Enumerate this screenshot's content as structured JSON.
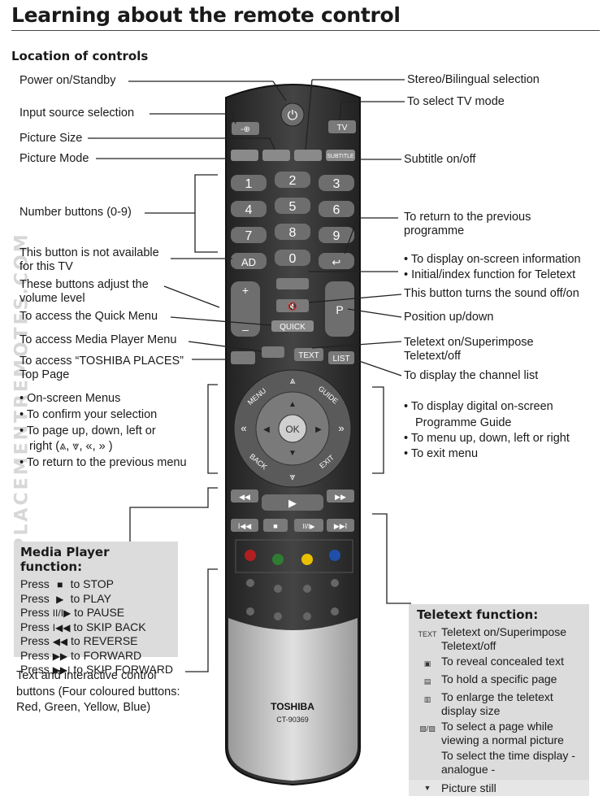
{
  "page": {
    "title": "Learning about the remote control",
    "subtitle": "Location of controls",
    "watermark": "REPLACEMENTREMOTES.COM"
  },
  "labels_left": {
    "power": "Power on/Standby",
    "input": "Input source selection",
    "picture_size": "Picture Size",
    "picture_mode": "Picture Mode",
    "number_buttons": "Number buttons (0-9)",
    "not_available": "This button is not available for this TV",
    "volume": "These buttons adjust the volume level",
    "quick": "To access the Quick Menu",
    "media_player": "To access Media Player Menu",
    "places": "To access “TOSHIBA PLACES” Top Page",
    "nav_1": "• On-screen Menus",
    "nav_2": "• To confirm your selection",
    "nav_3": "• To page up, down, left or",
    "nav_4": "right (⩓, ⩔, «, » )",
    "nav_5": "• To return to the previous menu",
    "text_buttons": "Text and interactive control buttons (Four coloured buttons: Red, Green, Yellow, Blue)"
  },
  "labels_right": {
    "stereo": "Stereo/Bilingual selection",
    "tv_mode": "To select TV mode",
    "subtitle": "Subtitle on/off",
    "prev_prog": "To return to the previous programme",
    "onscreen_info": "• To display on-screen information",
    "index": "• Initial/index function for Teletext",
    "mute": "This button turns the sound off/on",
    "position": "Position up/down",
    "teletext": "Teletext on/Superimpose Teletext/off",
    "channel_list": "To display the channel list",
    "guide_1": "• To display digital on-screen",
    "guide_2": "Programme Guide",
    "guide_3": "• To menu up, down, left or right",
    "guide_4": "• To exit menu"
  },
  "media_player_function": {
    "title": "Media Player function:",
    "rows": [
      {
        "pre": "Press",
        "glyph": "■",
        "post": "to STOP"
      },
      {
        "pre": "Press",
        "glyph": "▶",
        "post": "to PLAY"
      },
      {
        "pre": "Press",
        "glyph": "II/I▶",
        "post": "to PAUSE"
      },
      {
        "pre": "Press",
        "glyph": "I◀◀",
        "post": "to SKIP BACK"
      },
      {
        "pre": "Press",
        "glyph": "◀◀",
        "post": "to REVERSE"
      },
      {
        "pre": "Press",
        "glyph": "▶▶",
        "post": "to FORWARD"
      },
      {
        "pre": "Press",
        "glyph": "▶▶I",
        "post": "to SKIP FORWARD"
      }
    ]
  },
  "teletext_function": {
    "title": "Teletext function:",
    "rows": [
      {
        "icon": "TEXT",
        "text": "Teletext on/Superimpose Teletext/off"
      },
      {
        "icon": "▣",
        "text": "To reveal concealed text"
      },
      {
        "icon": "▤",
        "text": "To hold a specific page"
      },
      {
        "icon": "▥",
        "text": "To enlarge the teletext display size"
      },
      {
        "icon": "▧/▨",
        "text": "To select a page while viewing a normal picture"
      },
      {
        "icon": "",
        "text": "To select the time display - analogue -"
      }
    ],
    "still": {
      "icon": "▼",
      "text": "Picture still"
    }
  },
  "remote": {
    "brand": "TOSHIBA",
    "model": "CT-90369",
    "numbers": [
      "1",
      "2",
      "3",
      "4",
      "5",
      "6",
      "7",
      "8",
      "9",
      "0"
    ],
    "ad": "AD",
    "tv": "TV",
    "subtitle_btn": "SUBTITLE",
    "quick": "QUICK",
    "text": "TEXT",
    "list": "LIST",
    "menu": "MENU",
    "guide": "GUIDE",
    "back": "BACK",
    "exit": "EXIT",
    "ok": "OK",
    "p": "P",
    "plus": "+",
    "minus": "–",
    "colors": {
      "body": "#3a3a3a",
      "button": "#6e6e6e",
      "light": "#cfcfcf",
      "red": "#b02020",
      "green": "#2e7d32",
      "yellow": "#e8c000",
      "blue": "#1f4fa8"
    }
  }
}
